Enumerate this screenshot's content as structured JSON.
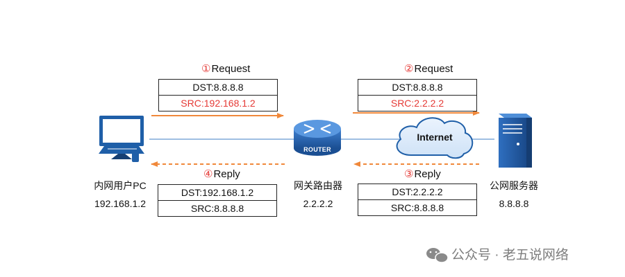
{
  "flow": {
    "step1": {
      "num": "①",
      "label": "Request",
      "dst": "DST:8.8.8.8",
      "src": "SRC:192.168.1.2"
    },
    "step2": {
      "num": "②",
      "label": "Request",
      "dst": "DST:8.8.8.8",
      "src": "SRC:2.2.2.2"
    },
    "step3": {
      "num": "③",
      "label": "Reply",
      "dst": "DST:2.2.2.2",
      "src": "SRC:8.8.8.8"
    },
    "step4": {
      "num": "④",
      "label": "Reply",
      "dst": "DST:192.168.1.2",
      "src": "SRC:8.8.8.8"
    }
  },
  "nodes": {
    "pc": {
      "name": "内网用户PC",
      "ip": "192.168.1.2"
    },
    "router": {
      "name": "网关路由器",
      "ip": "2.2.2.2",
      "badge": "ROUTER"
    },
    "internet": {
      "label": "Internet"
    },
    "server": {
      "name": "公网服务器",
      "ip": "8.8.8.8"
    }
  },
  "watermark": {
    "text": "公众号 · 老五说网络"
  },
  "colors": {
    "request_arrow": "#f0883a",
    "reply_arrow": "#f0883a",
    "link": "#7fa8d8",
    "highlight": "#e53935",
    "device_blue": "#1f5fa8"
  }
}
